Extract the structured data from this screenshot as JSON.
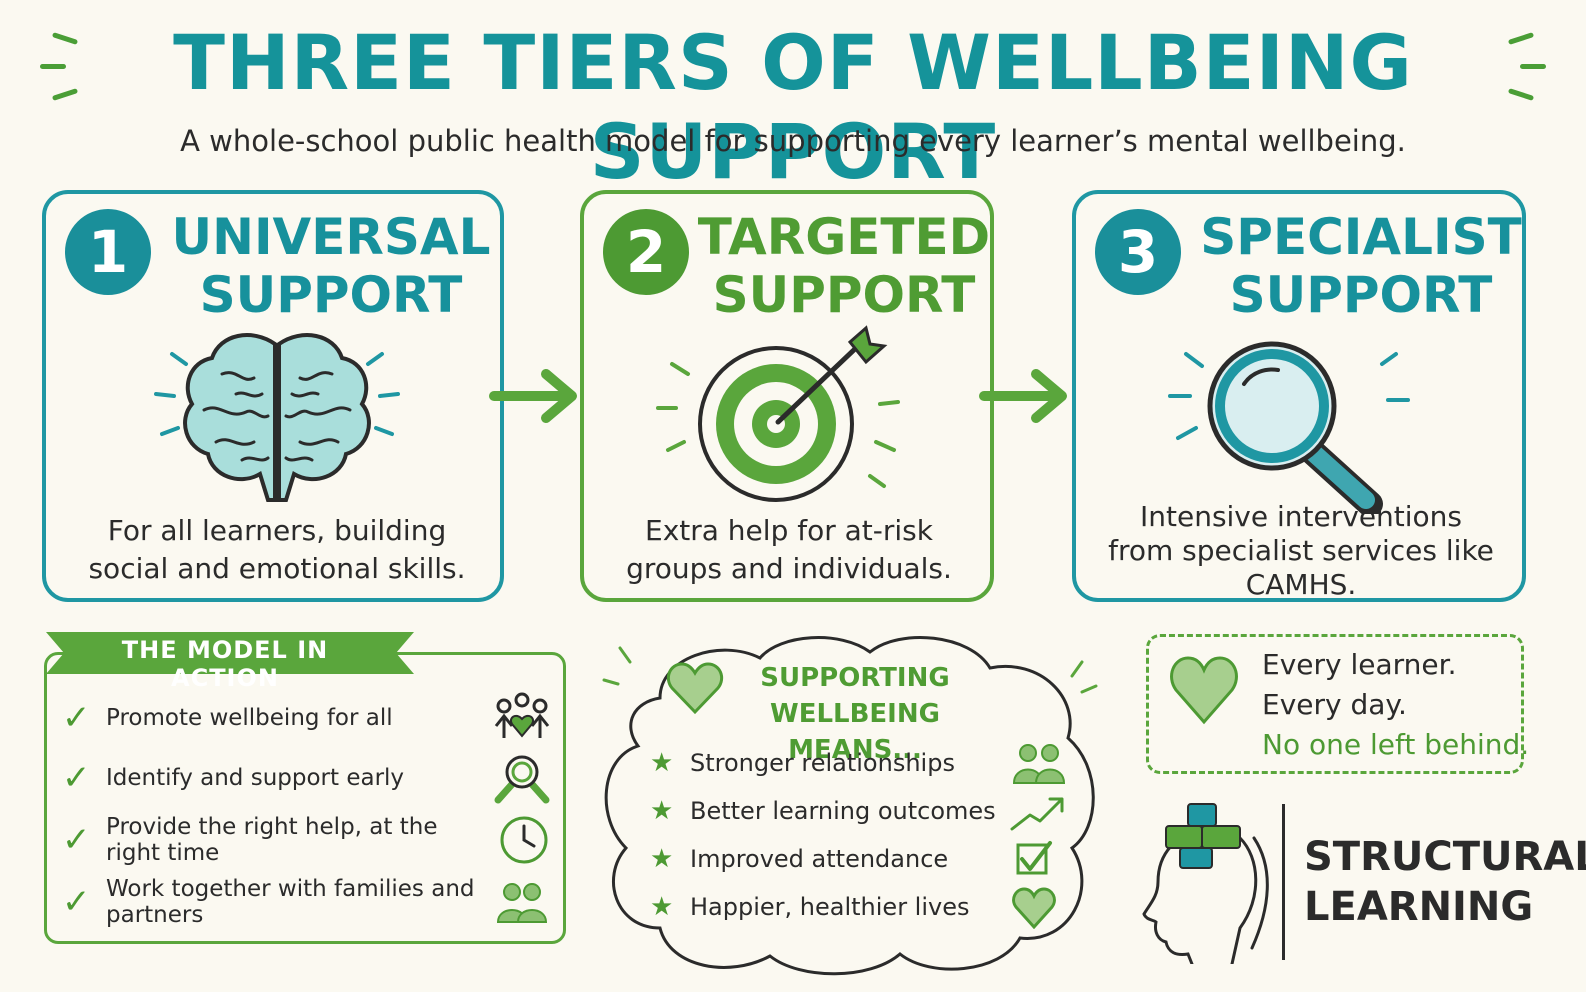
{
  "title": "THREE TIERS OF WELLBEING SUPPORT",
  "subtitle": "A whole-school public health model for supporting every learner’s mental wellbeing.",
  "tiers": [
    {
      "number": "1",
      "title": "UNIVERSAL SUPPORT",
      "description": "For all learners, building social and emotional skills.",
      "icon": "brain-icon",
      "color": "#1f97a3"
    },
    {
      "number": "2",
      "title": "TARGETED SUPPORT",
      "description": "Extra help for at-risk groups and individuals.",
      "icon": "target-icon",
      "color": "#5aa63c"
    },
    {
      "number": "3",
      "title": "SPECIALIST SUPPORT",
      "description": "Intensive interventions from specialist services like CAMHS.",
      "icon": "magnifier-icon",
      "color": "#1f97a3"
    }
  ],
  "model_in_action": {
    "heading": "THE MODEL IN ACTION",
    "items": [
      {
        "text": "Promote wellbeing for all",
        "icon": "community-icon"
      },
      {
        "text": "Identify and support early",
        "icon": "search-icon"
      },
      {
        "text": "Provide the right help, at the right time",
        "icon": "clock-icon"
      },
      {
        "text": "Work together with families and partners",
        "icon": "people-icon"
      }
    ]
  },
  "supporting": {
    "heading": "SUPPORTING WELLBEING MEANS...",
    "items": [
      {
        "text": "Stronger relationships",
        "icon": "people-icon"
      },
      {
        "text": "Better learning outcomes",
        "icon": "trend-up-icon"
      },
      {
        "text": "Improved attendance",
        "icon": "checkbox-icon"
      },
      {
        "text": "Happier, healthier lives",
        "icon": "heart-icon"
      }
    ]
  },
  "motto": {
    "line1": "Every learner.",
    "line2": "Every day.",
    "line3": "No one left behind."
  },
  "logo": {
    "line1": "STRUCTURAL",
    "line2": "LEARNING"
  },
  "colors": {
    "teal": "#1f97a3",
    "green": "#5aa63c",
    "background": "#fbf9f1"
  }
}
